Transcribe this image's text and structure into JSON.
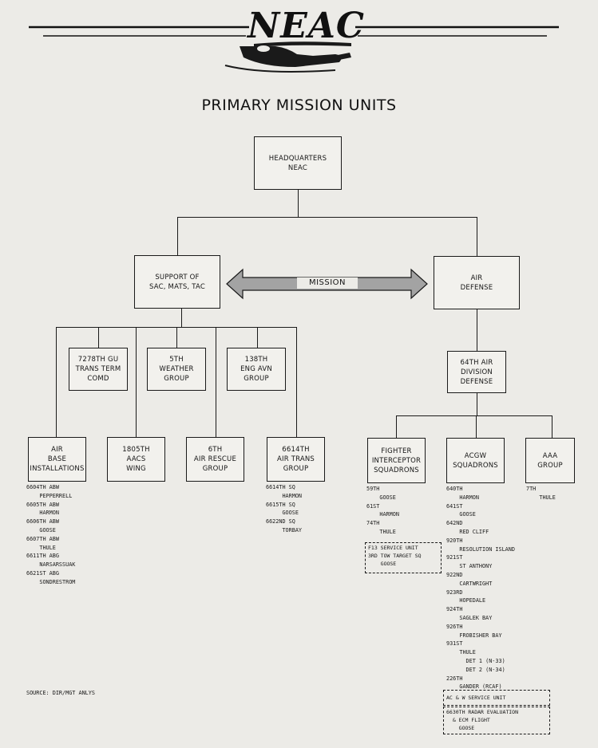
{
  "header": {
    "logo_text": "NEAC",
    "title": "PRIMARY MISSION UNITS"
  },
  "hq": {
    "lines": [
      "HEADQUARTERS",
      "NEAC"
    ]
  },
  "support": {
    "lines": [
      "SUPPORT OF",
      "SAC, MATS, TAC"
    ]
  },
  "mission_label": "MISSION",
  "air_defense": {
    "lines": [
      "AIR",
      "DEFENSE"
    ]
  },
  "support_upper_units": [
    {
      "lines": [
        "7278TH GU",
        "TRANS TERM",
        "COMD"
      ]
    },
    {
      "lines": [
        "5TH",
        "WEATHER",
        "GROUP"
      ]
    },
    {
      "lines": [
        "138TH",
        "ENG AVN",
        "GROUP"
      ]
    }
  ],
  "support_lower_units": [
    {
      "lines": [
        "AIR",
        "BASE",
        "INSTALLATIONS"
      ],
      "subunits": "6604TH ABW\n    PEPPERRELL\n6605TH ABW\n    HARMON\n6606TH ABW\n    GOOSE\n6607TH ABW\n    THULE\n6611TH ABG\n    NARSARSSUAK\n6621ST ABG\n    SONDRESTROM"
    },
    {
      "lines": [
        "1805TH",
        "AACS",
        "WING"
      ]
    },
    {
      "lines": [
        "6TH",
        "AIR RESCUE",
        "GROUP"
      ]
    },
    {
      "lines": [
        "6614TH",
        "AIR TRANS",
        "GROUP"
      ],
      "subunits": "6614TH SQ\n     HARMON\n6615TH SQ\n     GOOSE\n6622ND SQ\n     TORBAY"
    }
  ],
  "division": {
    "lines": [
      "64TH AIR",
      "DIVISION",
      "DEFENSE"
    ]
  },
  "defense_units": [
    {
      "lines": [
        "FIGHTER",
        "INTERCEPTOR",
        "SQUADRONS"
      ],
      "subunits": "59TH\n    GOOSE\n61ST\n    HARMON\n74TH\n    THULE",
      "attached": "F13 SERVICE UNIT\n3RD TOW TARGET SQ\n    GOOSE"
    },
    {
      "lines": [
        "ACGW",
        "SQUADRONS"
      ],
      "subunits": "640TH\n    HARMON\n641ST\n    GOOSE\n642ND\n    RED CLIFF\n920TH\n    RESOLUTION ISLAND\n921ST\n    ST ANTHONY\n922ND\n    CARTWRIGHT\n923RD\n    HOPEDALE\n924TH\n    SAGLEK BAY\n926TH\n    FROBISHER BAY\n931ST\n    THULE\n      DET 1 (N-33)\n      DET 2 (N-34)\n226TH\n    GANDER (RCAF)",
      "attached_1": "AC & W SERVICE UNIT",
      "attached_2": "6630TH RADAR EVALUATION\n  & ECM FLIGHT\n    GOOSE"
    },
    {
      "lines": [
        "AAA",
        "GROUP"
      ],
      "subunits": "7TH\n    THULE"
    }
  ],
  "source": "SOURCE: DIR/MGT ANLYS",
  "colors": {
    "paper": "#ecebe7",
    "ink": "#1a1a1a",
    "arrow": "#9a9a9a"
  }
}
